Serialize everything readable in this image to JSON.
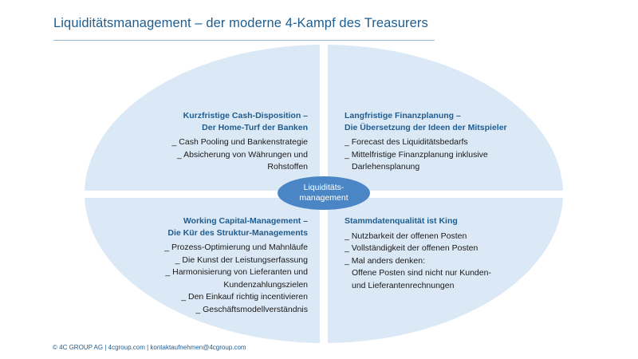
{
  "title": "Liquiditätsmanagement – der moderne 4-Kampf des Treasurers",
  "center_label": [
    "Liquiditäts-",
    "management"
  ],
  "quadrants": {
    "top_left": {
      "heading": [
        "Kurzfristige Cash-Disposition –",
        "Der Home-Turf der Banken"
      ],
      "items": [
        "_ Cash Pooling und Bankenstrategie",
        "_ Absicherung von Währungen und",
        "Rohstoffen"
      ]
    },
    "top_right": {
      "heading": [
        "Langfristige Finanzplanung –",
        "Die Übersetzung der Ideen der Mitspieler"
      ],
      "items": [
        "_ Forecast des Liquiditätsbedarfs",
        "_ Mittelfristige Finanzplanung inklusive",
        "Darlehensplanung"
      ]
    },
    "bottom_left": {
      "heading": [
        "Working Capital-Management –",
        "Die Kür des Struktur-Managements"
      ],
      "items": [
        "_ Prozess-Optimierung und Mahnläufe",
        "_ Die Kunst der Leistungserfassung",
        "_ Harmonisierung von Lieferanten und",
        "Kundenzahlungszielen",
        "_ Den Einkauf richtig incentivieren",
        "_ Geschäftsmodellverständnis"
      ]
    },
    "bottom_right": {
      "heading": [
        "Stammdatenqualität ist King"
      ],
      "items": [
        "_ Nutzbarkeit der offenen Posten",
        "_ Vollständigkeit der offenen Posten",
        "_ Mal anders denken:",
        "Offene Posten sind nicht nur Kunden-",
        "und Lieferantenrechnungen"
      ]
    }
  },
  "footer": "© 4C GROUP AG  |  4cgroup.com  |  kontaktaufnehmen@4cgroup.com",
  "colors": {
    "title": "#1f5d91",
    "heading": "#1f5d91",
    "ellipse_fill": "#dbe8f5",
    "center_fill": "#4a86c5",
    "body_text": "#1a1a1a"
  }
}
